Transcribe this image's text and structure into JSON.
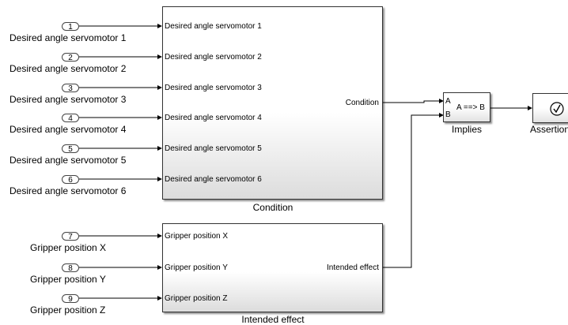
{
  "inports_condition": [
    {
      "number": "1",
      "name": "Desired angle servomotor 1"
    },
    {
      "number": "2",
      "name": "Desired angle servomotor 2"
    },
    {
      "number": "3",
      "name": "Desired angle servomotor 3"
    },
    {
      "number": "4",
      "name": "Desired angle servomotor 4"
    },
    {
      "number": "5",
      "name": "Desired angle servomotor 5"
    },
    {
      "number": "6",
      "name": "Desired angle servomotor 6"
    }
  ],
  "inports_effect": [
    {
      "number": "7",
      "name": "Gripper position X"
    },
    {
      "number": "8",
      "name": "Gripper position Y"
    },
    {
      "number": "9",
      "name": "Gripper position Z"
    }
  ],
  "condition_block": {
    "name": "Condition",
    "inputs": [
      "Desired angle servomotor 1",
      "Desired angle servomotor 2",
      "Desired angle servomotor 3",
      "Desired angle servomotor 4",
      "Desired angle servomotor 5",
      "Desired angle servomotor 6"
    ],
    "output": "Condition"
  },
  "effect_block": {
    "name": "Intended effect",
    "inputs": [
      "Gripper position X",
      "Gripper position Y",
      "Gripper position Z"
    ],
    "output": "Intended effect"
  },
  "implies_block": {
    "name": "Implies",
    "port_a": "A",
    "port_b": "B",
    "expression": "A ==> B"
  },
  "assertion_block": {
    "name": "Assertion",
    "icon": "check-icon"
  },
  "colors": {
    "line": "#000000",
    "border": "#333333"
  }
}
